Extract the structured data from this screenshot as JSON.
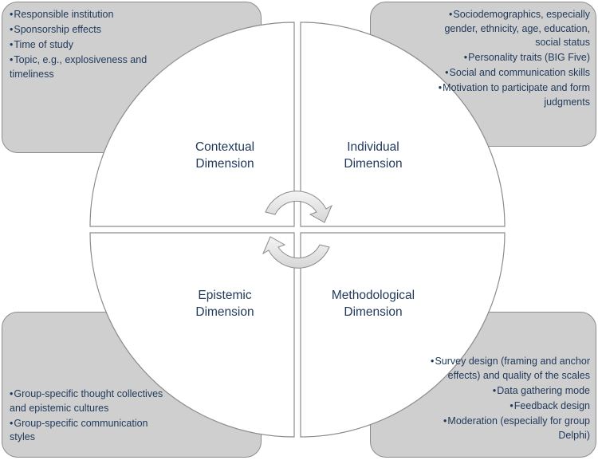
{
  "quadrants": {
    "contextual": {
      "title_line1": "Contextual",
      "title_line2": "Dimension"
    },
    "individual": {
      "title_line1": "Individual",
      "title_line2": "Dimension"
    },
    "epistemic": {
      "title_line1": "Epistemic",
      "title_line2": "Dimension"
    },
    "methodological": {
      "title_line1": "Methodological",
      "title_line2": "Dimension"
    }
  },
  "boxes": {
    "contextual": [
      "Responsible institution",
      "Sponsorship effects",
      "Time of study",
      "Topic, e.g., explosiveness and timeliness"
    ],
    "individual": [
      "Sociodemographics, especially gender, ethnicity, age, education, social status",
      "Personality traits (BIG Five)",
      "Social and communication skills",
      "Motivation to participate and form judgments"
    ],
    "epistemic": [
      "Group-specific thought collectives and epistemic cultures",
      "Group-specific communication styles"
    ],
    "methodological": [
      "Survey design (framing and anchor effects) and quality of the scales",
      "Data gathering mode",
      "Feedback design",
      "Moderation (especially for group Delphi)"
    ]
  },
  "colors": {
    "box_fill": "#cfcfcf",
    "border": "#8c8c8c",
    "text": "#213a5c",
    "arrow_fill": "#e6e6e6"
  }
}
